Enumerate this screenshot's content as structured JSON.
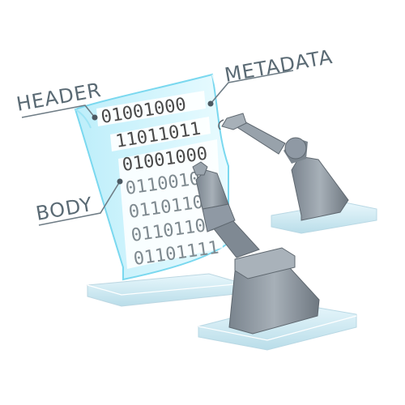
{
  "labels": {
    "header": "HEADER",
    "metadata": "METADATA",
    "body": "BODY"
  },
  "binary_rows": {
    "header_row": "01001000",
    "metadata_row": "11011011",
    "body_rows": [
      "01001000",
      "01100101",
      "01101100",
      "01101100",
      "01101111"
    ]
  },
  "colors": {
    "document_face": "#c9f1fb",
    "document_edge": "#7ad8ef",
    "row_panel": "#ffffff",
    "robot_arm": "#8f99a4",
    "robot_arm_dark": "#6b747d",
    "base_plate": "#d5eef8",
    "label_text": "#5a6a74"
  },
  "icons": {
    "robot_arm": "robot-arm-icon",
    "document": "document-sheet-icon"
  }
}
